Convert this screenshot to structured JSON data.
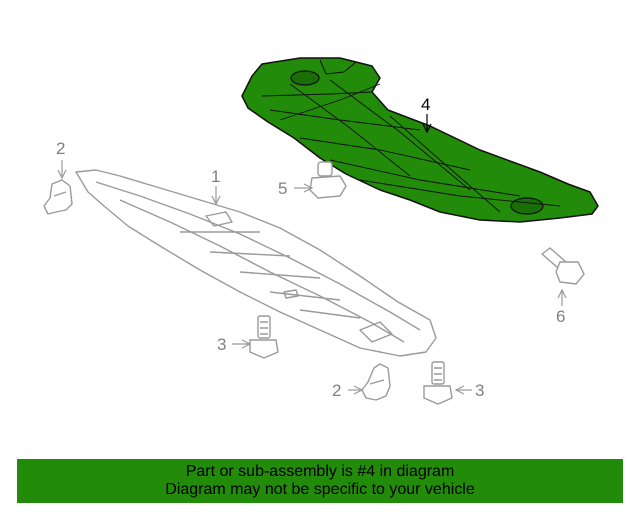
{
  "callouts": {
    "c1": "1",
    "c2_left": "2",
    "c2_bottom": "2",
    "c3_left": "3",
    "c3_right": "3",
    "c4": "4",
    "c5": "5",
    "c6": "6"
  },
  "banner": {
    "line1": "Part or sub-assembly is #4 in diagram",
    "line2": "Diagram may not be specific to your vehicle"
  },
  "colors": {
    "highlight_fill": "#228b0a",
    "banner_bg": "#228b0a",
    "part_outline_gray": "#9a9a9a"
  }
}
